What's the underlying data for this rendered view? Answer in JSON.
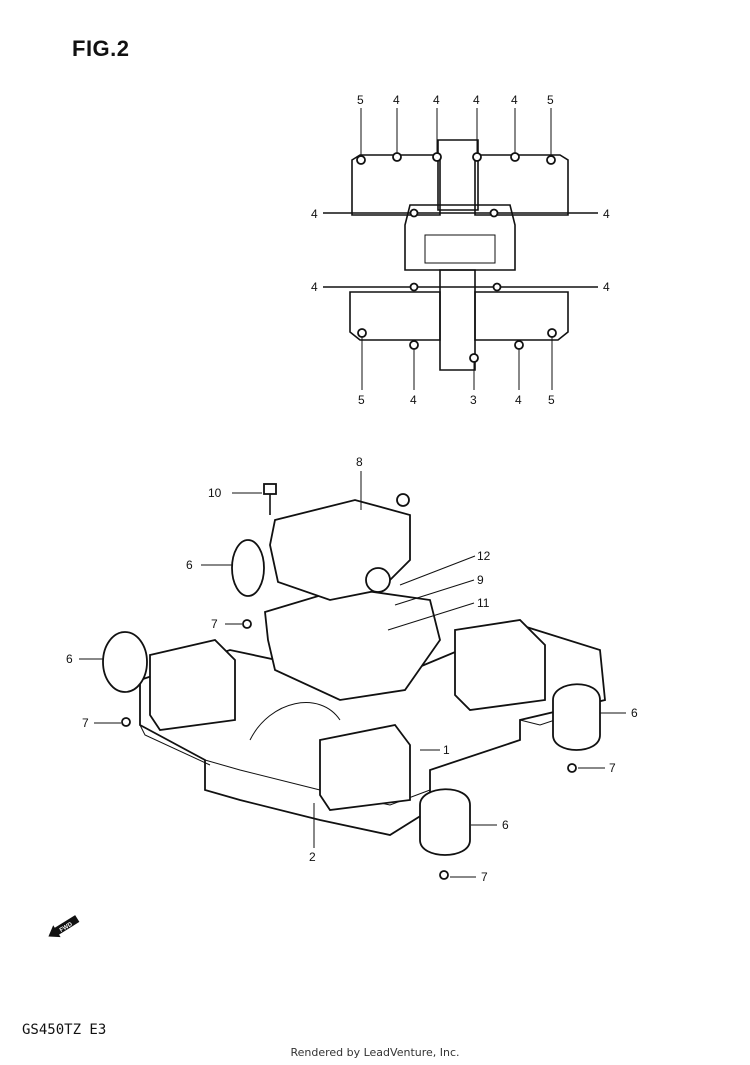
{
  "figure_title": "FIG.2",
  "model_code": "GS450TZ E3",
  "credit": "Rendered by LeadVenture, Inc.",
  "fwd_label": "FWD",
  "top_diagram": {
    "top_labels": [
      "5",
      "4",
      "4",
      "4",
      "4",
      "5"
    ],
    "left_labels": [
      "4",
      "4"
    ],
    "right_labels": [
      "4",
      "4"
    ],
    "bottom_labels": [
      "5",
      "4",
      "3",
      "4",
      "5"
    ]
  },
  "callouts": {
    "c1": "1",
    "c2": "2",
    "c6a": "6",
    "c6b": "6",
    "c6c": "6",
    "c6d": "6",
    "c7a": "7",
    "c7b": "7",
    "c7c": "7",
    "c7d": "7",
    "c8": "8",
    "c9": "9",
    "c10": "10",
    "c11": "11",
    "c12": "12"
  }
}
